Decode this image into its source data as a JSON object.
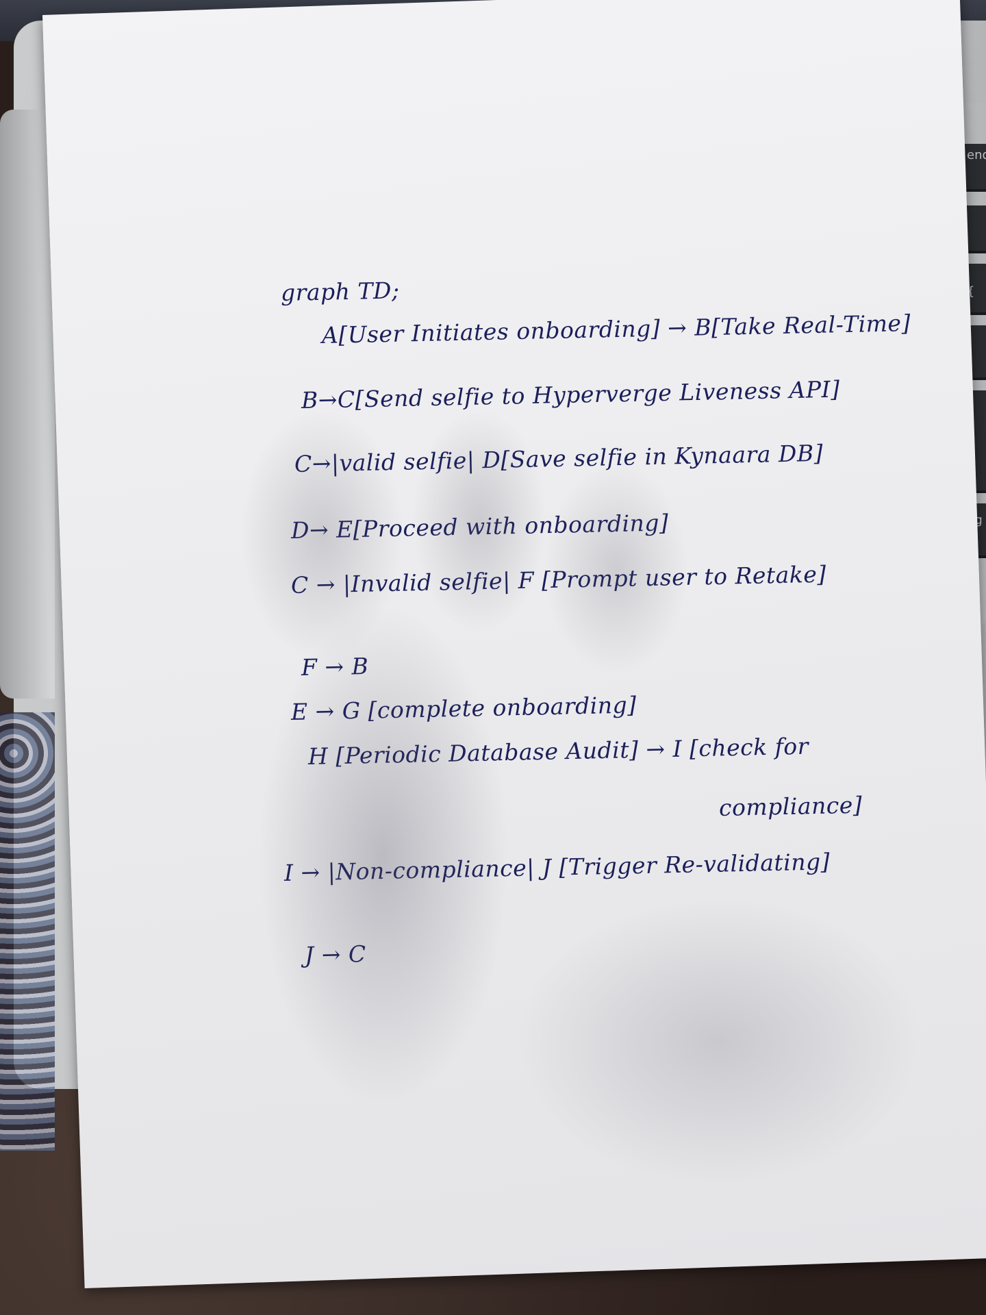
{
  "note": {
    "lines": [
      "graph TD;",
      "A[User Initiates onboarding] → B[Take Real-Time]",
      "B→C[Send selfie to Hyperverge Liveness API]",
      "C→|valid selfie| D[Save selfie in Kynaara DB]",
      "D→ E[Proceed with onboarding]",
      "C → |Invalid selfie| F [Prompt user to Retake]",
      "F → B",
      "E → G [complete onboarding]",
      "H [Periodic Database Audit] → I [check for",
      "compliance]",
      "I → |Non-compliance| J [Trigger Re-validating]",
      "J → C"
    ]
  },
  "keyboard": {
    "keys": [
      "end",
      "{",
      "?",
      "/",
      "pg"
    ]
  },
  "colors": {
    "ink": "#1b1f5a",
    "paper": "#eeeef0",
    "laptop": "#c4c6c7"
  }
}
